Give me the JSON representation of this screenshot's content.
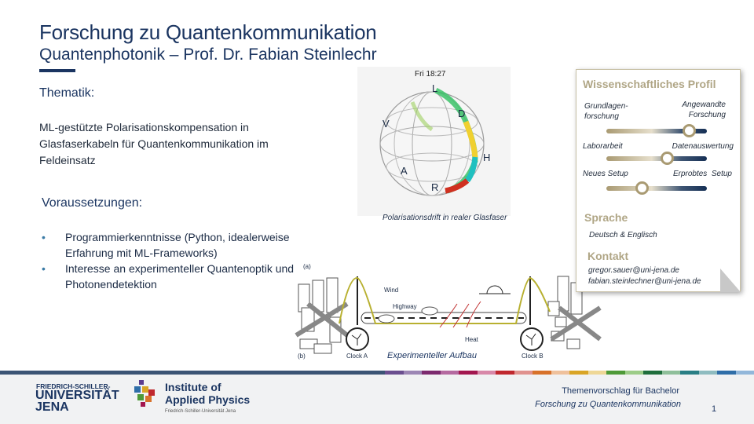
{
  "header": {
    "title": "Forschung zu Quantenkommunikation",
    "subtitle": "Quantenphotonik – Prof. Dr. Fabian Steinlechr"
  },
  "thematik": {
    "heading": "Thematik:",
    "text": "ML-gestützte Polarisationskompensation in Glasfaserkabeln für Quantenkommunikation im Feldeinsatz"
  },
  "voraussetzungen": {
    "heading": "Voraussetzungen:",
    "items": [
      "Programmierkenntnisse (Python, idealerweise Erfahrung mit ML-Frameworks)",
      "Interesse an experimenteller Quantenoptik und Photonendetektion"
    ]
  },
  "sphere": {
    "time": "Fri 18:27",
    "labels": [
      "L",
      "D",
      "V",
      "H",
      "A",
      "R"
    ],
    "caption": "Polarisationsdrift in realer Glasfaser"
  },
  "setup": {
    "caption": "Experimenteller Aufbau",
    "labels": {
      "a": "(a)",
      "b": "(b)",
      "wind": "Wind",
      "highway": "Highway",
      "heat": "Heat",
      "clock_a": "Clock A",
      "clock_b": "Clock B"
    }
  },
  "profile": {
    "heading": "Wissenschaftliches Profil",
    "sliders": [
      {
        "left": "Grundlagen-\nforschung",
        "right": "Angewandte\nForschung",
        "value": 0.82
      },
      {
        "left": "Laborarbeit",
        "right": "Datenauswertung",
        "value": 0.6
      },
      {
        "left": "Neues Setup",
        "right": "Erprobtes  Setup",
        "value": 0.35
      }
    ],
    "sprache_heading": "Sprache",
    "sprache": "Deutsch & Englisch",
    "kontakt_heading": "Kontakt",
    "emails": [
      "gregor.sauer@uni-jena.de",
      "fabian.steinlechner@uni-jena.de"
    ]
  },
  "footer": {
    "uni": [
      "FRIEDRICH-SCHILLER-",
      "UNIVERSITÄT",
      "JENA"
    ],
    "iap": [
      "Institute of",
      "Applied Physics",
      "Friedrich-Schiller-Universität Jena"
    ],
    "line1": "Themenvorschlag für Bachelor",
    "line2": "Forschung zu Quantenkommunikation",
    "page": "1"
  },
  "colors": {
    "primary": "#1b3561",
    "gold": "#b0a686",
    "stripe": [
      "#6b4f8f",
      "#9c86b4",
      "#7c2a6e",
      "#b56aa0",
      "#a3174f",
      "#d888a8",
      "#c0282e",
      "#e0928e",
      "#d8722a",
      "#efc19c",
      "#d9a526",
      "#eed796",
      "#4e9a38",
      "#9ccc88",
      "#1f6e3c",
      "#8fbf9a",
      "#2a7f85",
      "#8fbcc0",
      "#2f6ea8",
      "#92b7da"
    ]
  }
}
